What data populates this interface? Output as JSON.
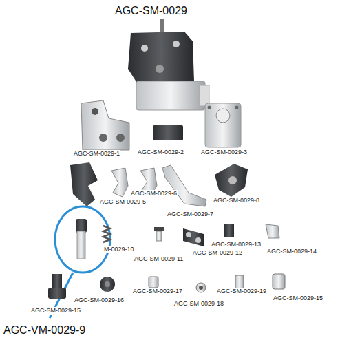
{
  "diagram": {
    "title": "AGC-SM-0029",
    "labels": [
      "AGC-SM-0029-1",
      "AGC-SM-0029-2",
      "AGC-SM-0029-3",
      "AGC-SM-0029-5",
      "AGC-SM-0029-6",
      "AGC-SM-0029-7",
      "AGC-SM-0029-8",
      "M-0029-10",
      "AGC-SM-0029-11",
      "AGC-SM-0029-12",
      "AGC-SM-0029-13",
      "AGC-SM-0029-14",
      "AGC-SM-0029-15",
      "AGC-SM-0029-16",
      "AGC-SM-0029-17",
      "AGC-SM-0029-18",
      "AGC-SM-0029-19",
      "AGC-SM-0029-15",
      "AGC-VM-0029-9"
    ]
  }
}
